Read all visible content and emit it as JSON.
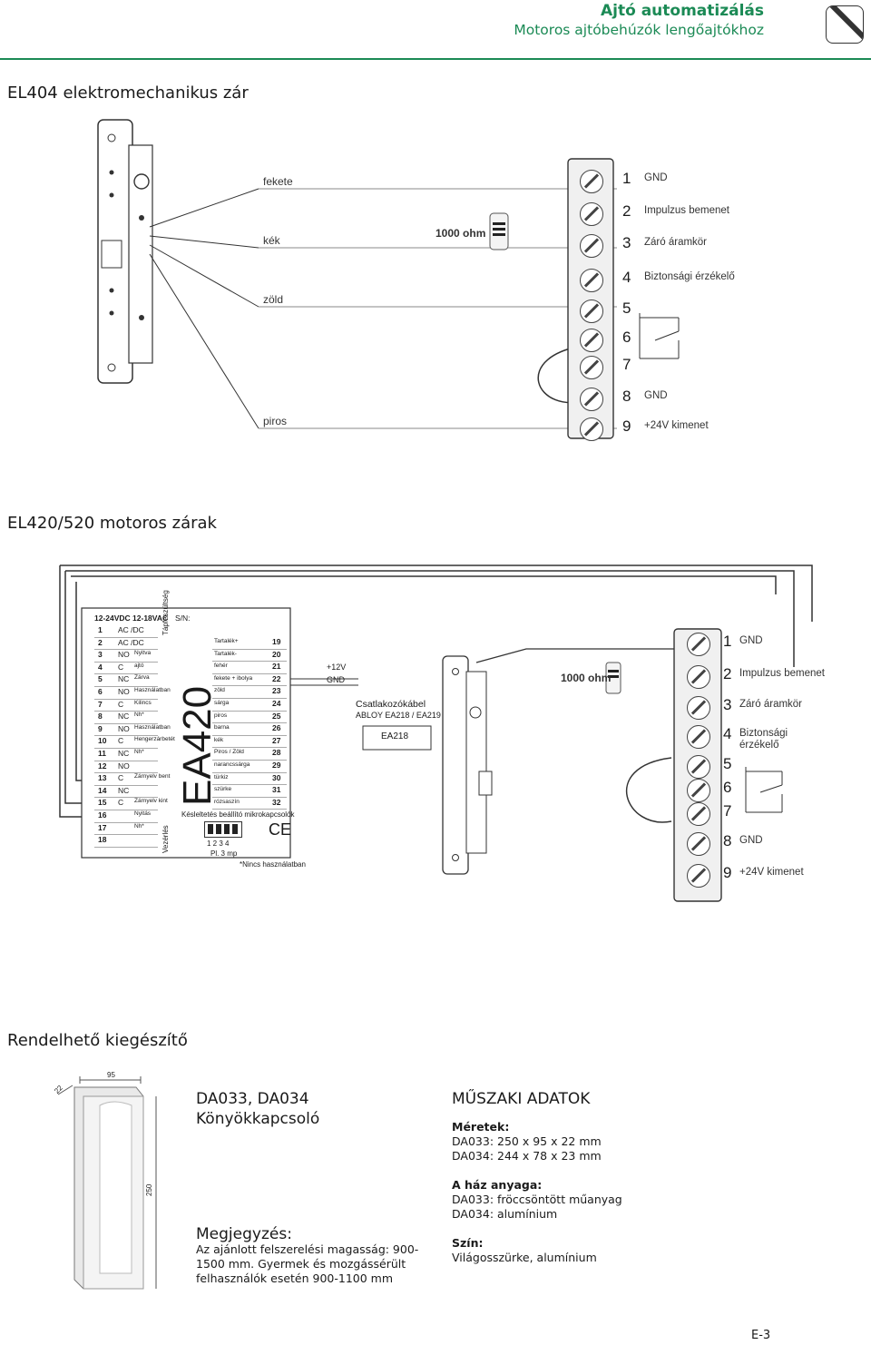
{
  "header": {
    "title": "Ajtó automatizálás",
    "subtitle": "Motoros ajtóbehúzók lengőajtókhoz"
  },
  "section1": {
    "title": "EL404 elektromechanikus zár",
    "wires": [
      "fekete",
      "kék",
      "zöld",
      "piros"
    ],
    "resistor": "1000 ohm",
    "terminals": [
      {
        "num": "1",
        "label": "GND"
      },
      {
        "num": "2",
        "label": "Impulzus bemenet"
      },
      {
        "num": "3",
        "label": "Záró áramkör"
      },
      {
        "num": "4",
        "label": "Biztonsági érzékelő"
      },
      {
        "num": "5",
        "label": ""
      },
      {
        "num": "6",
        "label": ""
      },
      {
        "num": "7",
        "label": ""
      },
      {
        "num": "8",
        "label": "GND"
      },
      {
        "num": "9",
        "label": "+24V kimenet"
      }
    ]
  },
  "section2": {
    "title": "EL420/520 motoros zárak",
    "panel": {
      "header": "12-24VDC 12-18VAC",
      "sn": "S/N:",
      "supply_label": "Tápfeszültség",
      "control_label": "Vezérlés",
      "model": "EA420",
      "left_rows": [
        {
          "n": "1",
          "t": "AC /DC",
          "d": ""
        },
        {
          "n": "2",
          "t": "AC /DC",
          "d": ""
        },
        {
          "n": "3",
          "t": "NO",
          "d": "Nyitva"
        },
        {
          "n": "4",
          "t": "C",
          "d": "ajtó"
        },
        {
          "n": "5",
          "t": "NC",
          "d": "Zárva"
        },
        {
          "n": "6",
          "t": "NO",
          "d": "Használatban"
        },
        {
          "n": "7",
          "t": "C",
          "d": "Kilincs"
        },
        {
          "n": "8",
          "t": "NC",
          "d": "Nh*"
        },
        {
          "n": "9",
          "t": "NO",
          "d": "Használatban"
        },
        {
          "n": "10",
          "t": "C",
          "d": "Hengerzárbetét"
        },
        {
          "n": "11",
          "t": "NC",
          "d": "Nh*"
        },
        {
          "n": "12",
          "t": "NO",
          "d": ""
        },
        {
          "n": "13",
          "t": "C",
          "d": "Zárnyelv bent"
        },
        {
          "n": "14",
          "t": "NC",
          "d": ""
        },
        {
          "n": "15",
          "t": "C",
          "d": "Zárnyelv kint"
        },
        {
          "n": "16",
          "t": "",
          "d": "Nyitás"
        },
        {
          "n": "17",
          "t": "",
          "d": "Nh*"
        },
        {
          "n": "18",
          "t": "",
          "d": ""
        }
      ],
      "right_rows": [
        {
          "n": "19",
          "d": "Tartalék+"
        },
        {
          "n": "20",
          "d": "Tartalék-"
        },
        {
          "n": "21",
          "d": "fehér"
        },
        {
          "n": "22",
          "d": "fekete + ibolya"
        },
        {
          "n": "23",
          "d": "zöld"
        },
        {
          "n": "24",
          "d": "sárga"
        },
        {
          "n": "25",
          "d": "piros"
        },
        {
          "n": "26",
          "d": "barna"
        },
        {
          "n": "27",
          "d": "kék"
        },
        {
          "n": "28",
          "d": "Piros / Zöld"
        },
        {
          "n": "29",
          "d": "narancssárga"
        },
        {
          "n": "30",
          "d": "türkiz"
        },
        {
          "n": "31",
          "d": "szürke"
        },
        {
          "n": "32",
          "d": "rózsaszín"
        }
      ],
      "dip_title": "Késleltetés beállító mikrokapcsolók",
      "dip_nums": "1 2 3 4",
      "dip_example": "Pl. 3 mp",
      "note": "*Nincs használatban",
      "ce": "CE"
    },
    "plus12": "+12V",
    "gnd": "GND",
    "cable": "Csatlakozókábel",
    "cable_model": "ABLOY EA218 / EA219",
    "box_label": "EA218",
    "resistor": "1000 ohm",
    "terminals": [
      {
        "num": "1",
        "label": "GND"
      },
      {
        "num": "2",
        "label": "Impulzus bemenet"
      },
      {
        "num": "3",
        "label": "Záró áramkör"
      },
      {
        "num": "4",
        "label": "Biztonsági érzékelő"
      },
      {
        "num": "5",
        "label": ""
      },
      {
        "num": "6",
        "label": ""
      },
      {
        "num": "7",
        "label": ""
      },
      {
        "num": "8",
        "label": "GND"
      },
      {
        "num": "9",
        "label": "+24V kimenet"
      }
    ]
  },
  "section3": {
    "title": "Rendelhető kiegészítő",
    "dims": {
      "w": "95",
      "d": "22",
      "h": "250"
    },
    "product_code": "DA033, DA034",
    "product_name": "Könyökkapcsoló",
    "note_title": "Megjegyzés:",
    "note_text": "Az ajánlott felszerelési magasság: 900-1500 mm. Gyermek és mozgássérült felhasználók esetén 900-1100 mm",
    "tech_title": "MŰSZAKI ADATOK",
    "size_title": "Méretek:",
    "size1": "DA033: 250 x 95 x 22 mm",
    "size2": "DA034: 244 x 78 x 23 mm",
    "mat_title": "A ház anyaga:",
    "mat1": "DA033: fröccsöntött műanyag",
    "mat2": "DA034: alumínium",
    "color_title": "Szín:",
    "color_val": "Világosszürke, alumínium"
  },
  "footer": {
    "page": "E-3"
  }
}
